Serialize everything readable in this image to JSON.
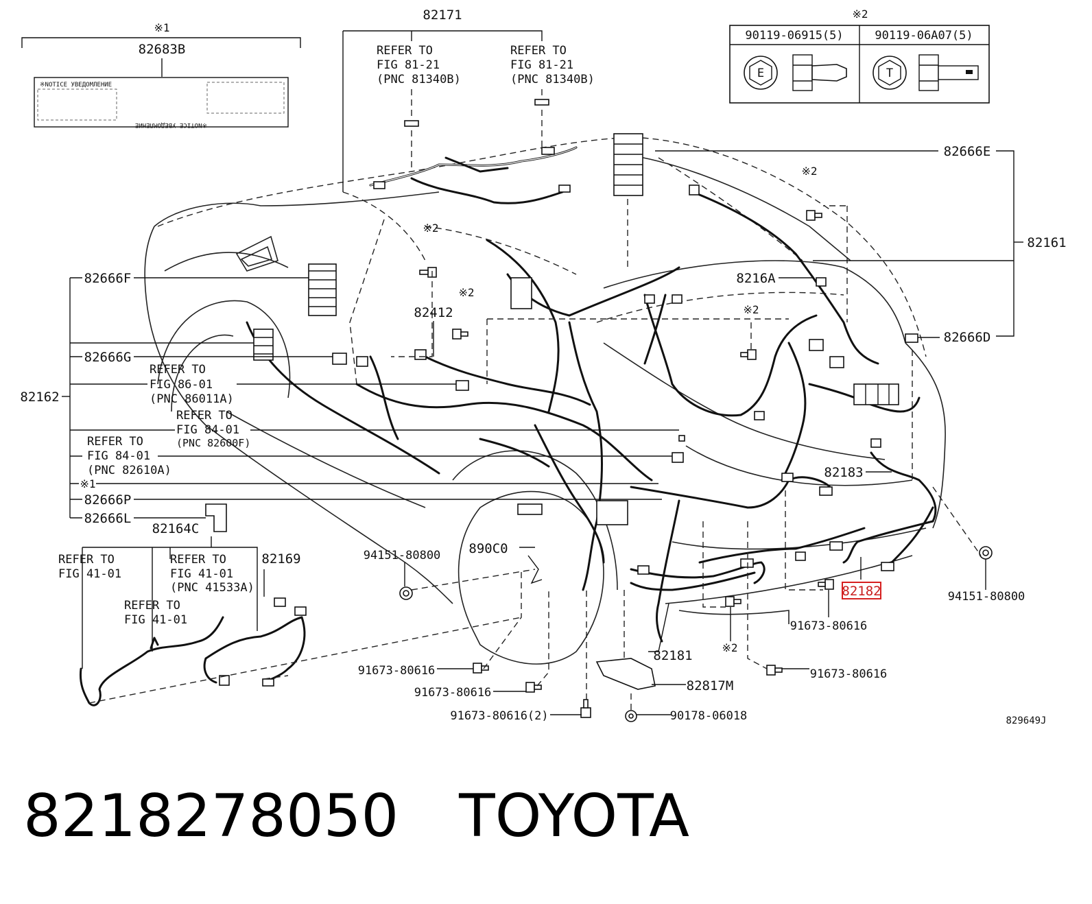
{
  "diagram": {
    "code": "829649J",
    "highlighted_part": "82182",
    "notes": {
      "mark1": "※1",
      "mark2": "※2"
    },
    "bolt_table": {
      "title_mark": "※2",
      "col1": {
        "part": "90119-06915(5)",
        "mark": "E"
      },
      "col2": {
        "part": "90119-06A07(5)",
        "mark": "T"
      }
    },
    "label_sticker": {
      "part": "82683B",
      "mark": "※1",
      "text_top": "※NOTICE УВЕДОМЛЕНИЕ",
      "text_bottom": "※NOTICE УВЕДОМЛЕНИЕ"
    },
    "parts": {
      "p82171": "82171",
      "p82666E": "82666E",
      "p82161": "82161",
      "p8216A": "8216A",
      "p82666D": "82666D",
      "p82666F": "82666F",
      "p82412": "82412",
      "p82666G": "82666G",
      "p82162": "82162",
      "p82666P": "82666P",
      "p82666L": "82666L",
      "p82164C": "82164C",
      "p82169": "82169",
      "p890C0": "890C0",
      "p82183": "82183",
      "p82182": "82182",
      "p82181": "82181",
      "p82817M": "82817M"
    },
    "refs": {
      "ref1": [
        "REFER TO",
        "FIG 81-21",
        "(PNC 81340B)"
      ],
      "ref2": [
        "REFER TO",
        "FIG 81-21",
        "(PNC 81340B)"
      ],
      "ref3": [
        "REFER TO",
        "FIG 86-01",
        "(PNC 86011A)"
      ],
      "ref4": [
        "REFER TO",
        "FIG 84-01",
        "(PNC 82600F)"
      ],
      "ref5": [
        "REFER TO",
        "FIG 84-01",
        "(PNC 82610A)"
      ],
      "ref6": [
        "REFER TO",
        "FIG 41-01"
      ],
      "ref7": [
        "REFER TO",
        "FIG 41-01",
        "(PNC 41533A)"
      ],
      "ref8": [
        "REFER TO",
        "FIG 41-01"
      ]
    },
    "fasteners": {
      "f1": "94151-80800",
      "f2": "94151-80800",
      "f3": "91673-80616",
      "f4": "91673-80616",
      "f5": "91673-80616",
      "f6": "91673-80616",
      "f7": "91673-80616(2)",
      "f8": "90178-06018"
    }
  },
  "footer": {
    "part_number": "8218278050",
    "brand": "TOYOTA"
  }
}
